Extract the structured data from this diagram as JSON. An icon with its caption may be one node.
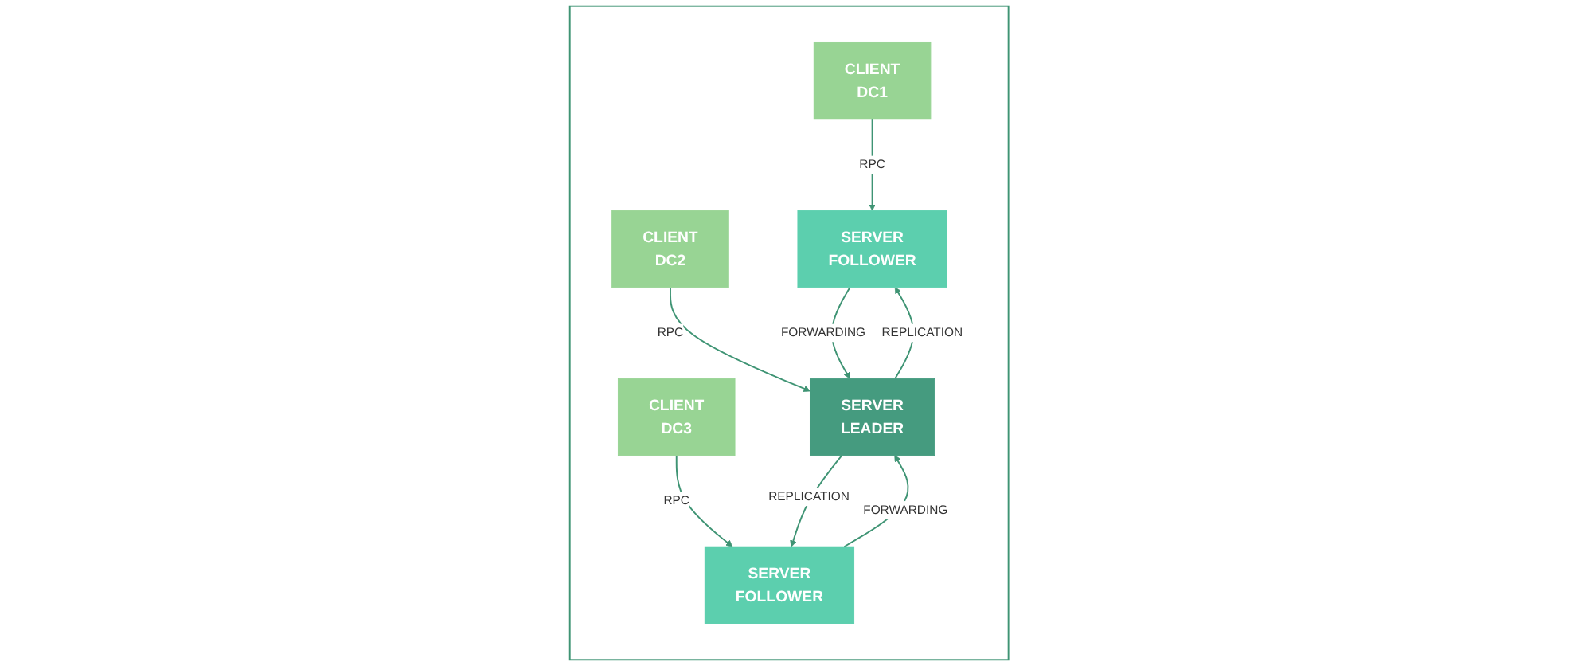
{
  "diagram": {
    "nodes": [
      {
        "text": [],
        "shape": "box"
      },
      {
        "text": [
          "CLIENT",
          "DC1"
        ],
        "in": 0
      },
      {
        "text": [
          "CLIENT",
          "DC2"
        ],
        "in": 0
      },
      {
        "text": [
          "CLIENT",
          "DC3"
        ],
        "in": 0
      },
      {
        "text": [
          "SERVER",
          "FOLLOWER"
        ],
        "in": 0
      },
      {
        "text": [
          "SERVER",
          "LEADER"
        ],
        "in": 0
      },
      {
        "text": [
          "SERVER",
          "FOLLOWER"
        ],
        "in": 0
      }
    ],
    "edges": [
      {
        "from": 1,
        "to": 4,
        "arrow": "to",
        "label": "RPC"
      },
      {
        "from": 2,
        "to": 5,
        "arrow": "to",
        "label": "RPC"
      },
      {
        "from": 3,
        "to": 6,
        "arrow": "to",
        "label": "RPC"
      },
      {
        "from": 5,
        "to": 4,
        "arrow": "to",
        "label": "REPLICATION"
      },
      {
        "from": 4,
        "to": 5,
        "arrow": "to",
        "label": "FORWARDING"
      },
      {
        "from": 5,
        "to": 6,
        "arrow": "to",
        "label": "REPLICATION"
      },
      {
        "from": 6,
        "to": 5,
        "arrow": "to",
        "label": "FORWARDING"
      }
    ]
  }
}
